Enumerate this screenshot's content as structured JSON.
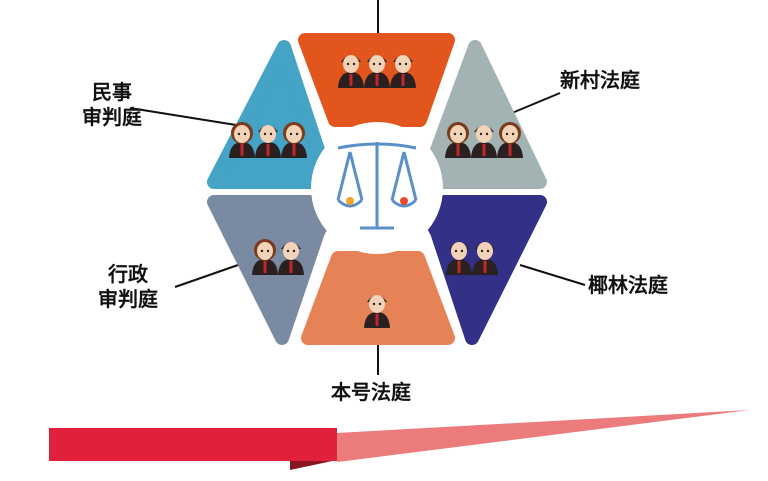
{
  "courts": [
    {
      "id": "civil",
      "label_lines": [
        "民事",
        "审判庭"
      ],
      "color": "#45a3c5",
      "judges": [
        "f",
        "m",
        "f"
      ]
    },
    {
      "id": "top",
      "label_lines": [],
      "color": "#e2561d",
      "judges": [
        "m",
        "m",
        "m"
      ]
    },
    {
      "id": "xincun",
      "label_lines": [
        "新村法庭"
      ],
      "color": "#a3b3b3",
      "judges": [
        "f",
        "m",
        "f"
      ]
    },
    {
      "id": "admin",
      "label_lines": [
        "行政",
        "审判庭"
      ],
      "color": "#7b8aa3",
      "judges": [
        "f",
        "m"
      ]
    },
    {
      "id": "benhao",
      "label_lines": [
        "本号法庭"
      ],
      "color": "#e58356",
      "judges": [
        "m"
      ]
    },
    {
      "id": "yelin",
      "label_lines": [
        "椰林法庭"
      ],
      "color": "#333087",
      "judges": [
        "m",
        "m"
      ]
    }
  ],
  "colors": {
    "ribbon": "#e1203b",
    "ribbon_tail": "#ec7b7b",
    "ribbon_fold": "#8a1420"
  }
}
